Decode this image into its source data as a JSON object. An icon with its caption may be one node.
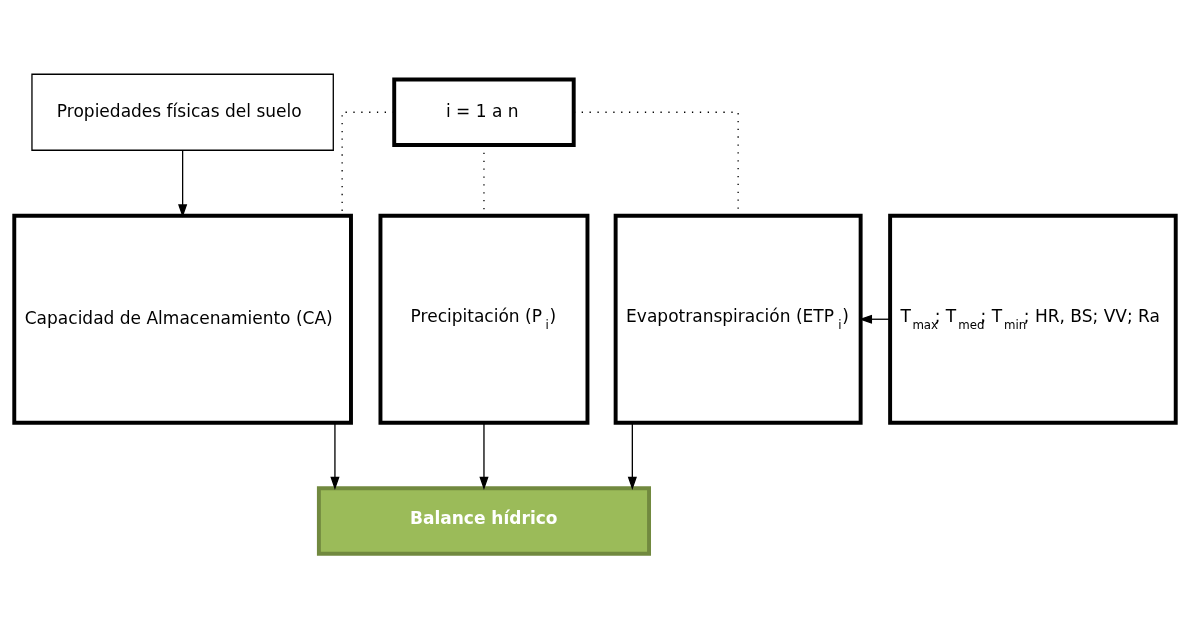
{
  "diagram": {
    "nodes": [
      {
        "text": [
          "Propiedades físicas del suelo"
        ]
      },
      {
        "text": [
          "i = 1 a n"
        ]
      },
      {
        "text": [
          "Capacidad de Almacenamiento (CA)"
        ]
      },
      {
        "text": [
          "Precipitación (P$_{i}$)"
        ]
      },
      {
        "text": [
          "Evapotranspiración (ETP$_{i}$)"
        ]
      },
      {
        "text": [
          "T$_{max}$; T$_{med}$; T$_{min}$; HR, BS; VV; Ra"
        ]
      },
      {
        "text": [
          "Balance hídrico"
        ]
      }
    ],
    "edges": [
      {
        "from": 0,
        "to": 2,
        "arrow": "to"
      },
      {
        "from": 1,
        "to": 2,
        "arrow": "none",
        "style": "dashed"
      },
      {
        "from": 1,
        "to": 3,
        "arrow": "none",
        "style": "dashed"
      },
      {
        "from": 1,
        "to": 4,
        "arrow": "none",
        "style": "dashed"
      },
      {
        "from": 5,
        "to": 4,
        "arrow": "to"
      },
      {
        "from": 2,
        "to": 6,
        "arrow": "to"
      },
      {
        "from": 3,
        "to": 6,
        "arrow": "to"
      },
      {
        "from": 4,
        "to": 6,
        "arrow": "to"
      }
    ]
  }
}
